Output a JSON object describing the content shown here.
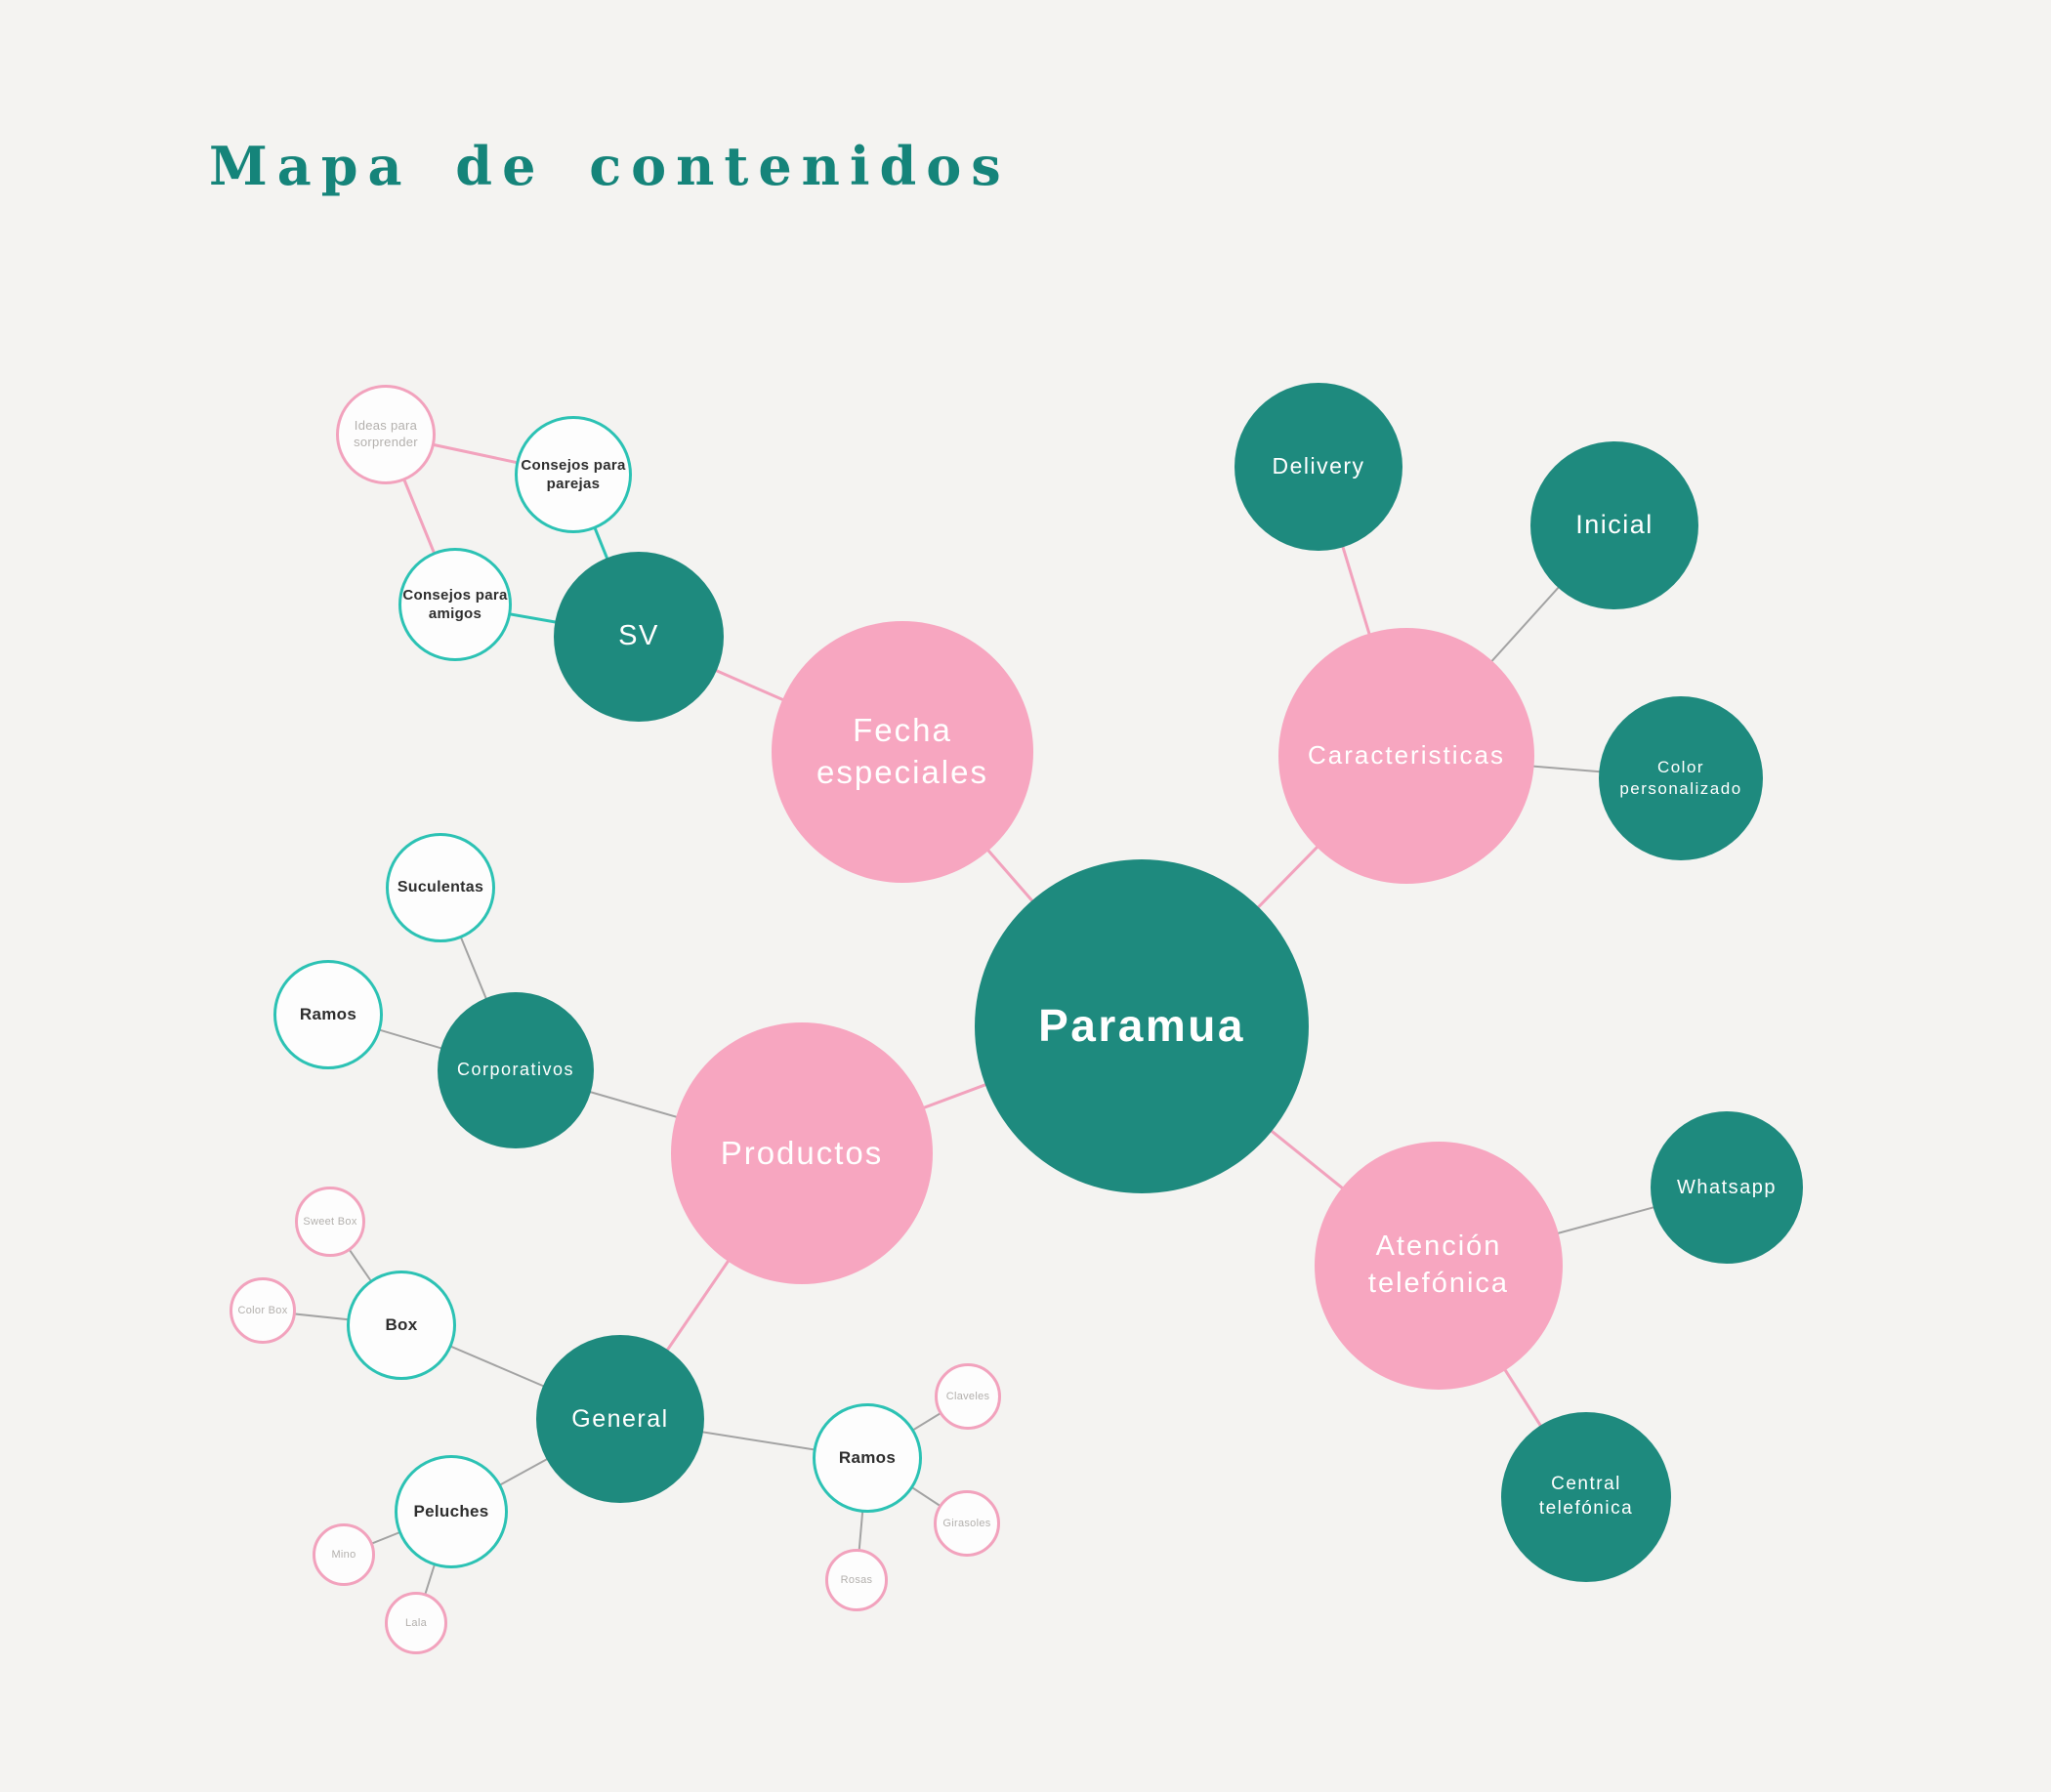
{
  "title": "Mapa de contenidos",
  "colors": {
    "background": "#f4f3f1",
    "teal_fill": "#1e8a7e",
    "pink_fill": "#f7a6c0",
    "cyan_line": "#2cc2b4",
    "pink_line": "#f2a2bd",
    "gray_line": "#a3a3a3",
    "white_fill": "#fdfdfd",
    "dark_text": "#2e2e2e",
    "gray_text": "#b3b0ad",
    "title_text": "#15847a"
  },
  "nodes": {
    "paramua": {
      "label": "Paramua"
    },
    "fecha_especiales": {
      "label": "Fecha especiales"
    },
    "caracteristicas": {
      "label": "Caracteristicas"
    },
    "productos": {
      "label": "Productos"
    },
    "atencion_telefonica": {
      "label": "Atención telefónica"
    },
    "sv": {
      "label": "SV"
    },
    "consejos_parejas": {
      "label": "Consejos para parejas"
    },
    "consejos_amigos": {
      "label": "Consejos para amigos"
    },
    "ideas_sorprender": {
      "label": "Ideas para sorprender"
    },
    "delivery": {
      "label": "Delivery"
    },
    "inicial": {
      "label": "Inicial"
    },
    "color_personalizado": {
      "label": "Color personalizado"
    },
    "corporativos": {
      "label": "Corporativos"
    },
    "suculentas": {
      "label": "Suculentas"
    },
    "ramos_corporativos": {
      "label": "Ramos"
    },
    "general": {
      "label": "General"
    },
    "box": {
      "label": "Box"
    },
    "sweet_box": {
      "label": "Sweet Box"
    },
    "color_box": {
      "label": "Color Box"
    },
    "peluches": {
      "label": "Peluches"
    },
    "mino": {
      "label": "Mino"
    },
    "lala": {
      "label": "Lala"
    },
    "ramos_general": {
      "label": "Ramos"
    },
    "claveles": {
      "label": "Claveles"
    },
    "girasoles": {
      "label": "Girasoles"
    },
    "rosas": {
      "label": "Rosas"
    },
    "whatsapp": {
      "label": "Whatsapp"
    },
    "central_telefonica": {
      "label": "Central telefónica"
    }
  },
  "edges": [
    {
      "from": "paramua",
      "to": "fecha_especiales",
      "color": "pink"
    },
    {
      "from": "paramua",
      "to": "caracteristicas",
      "color": "pink"
    },
    {
      "from": "paramua",
      "to": "productos",
      "color": "pink"
    },
    {
      "from": "paramua",
      "to": "atencion_telefonica",
      "color": "pink"
    },
    {
      "from": "fecha_especiales",
      "to": "sv",
      "color": "pink"
    },
    {
      "from": "sv",
      "to": "consejos_parejas",
      "color": "cyan"
    },
    {
      "from": "sv",
      "to": "consejos_amigos",
      "color": "cyan"
    },
    {
      "from": "ideas_sorprender",
      "to": "consejos_parejas",
      "color": "pink"
    },
    {
      "from": "ideas_sorprender",
      "to": "consejos_amigos",
      "color": "pink"
    },
    {
      "from": "caracteristicas",
      "to": "delivery",
      "color": "pink"
    },
    {
      "from": "caracteristicas",
      "to": "inicial",
      "color": "gray"
    },
    {
      "from": "caracteristicas",
      "to": "color_personalizado",
      "color": "gray"
    },
    {
      "from": "productos",
      "to": "corporativos",
      "color": "gray"
    },
    {
      "from": "corporativos",
      "to": "suculentas",
      "color": "gray"
    },
    {
      "from": "corporativos",
      "to": "ramos_corporativos",
      "color": "gray"
    },
    {
      "from": "productos",
      "to": "general",
      "color": "pink"
    },
    {
      "from": "general",
      "to": "box",
      "color": "gray"
    },
    {
      "from": "box",
      "to": "sweet_box",
      "color": "gray"
    },
    {
      "from": "box",
      "to": "color_box",
      "color": "gray"
    },
    {
      "from": "general",
      "to": "peluches",
      "color": "gray"
    },
    {
      "from": "peluches",
      "to": "mino",
      "color": "gray"
    },
    {
      "from": "peluches",
      "to": "lala",
      "color": "gray"
    },
    {
      "from": "general",
      "to": "ramos_general",
      "color": "gray"
    },
    {
      "from": "ramos_general",
      "to": "claveles",
      "color": "gray"
    },
    {
      "from": "ramos_general",
      "to": "girasoles",
      "color": "gray"
    },
    {
      "from": "ramos_general",
      "to": "rosas",
      "color": "gray"
    },
    {
      "from": "atencion_telefonica",
      "to": "whatsapp",
      "color": "gray"
    },
    {
      "from": "atencion_telefonica",
      "to": "central_telefonica",
      "color": "pink"
    }
  ]
}
